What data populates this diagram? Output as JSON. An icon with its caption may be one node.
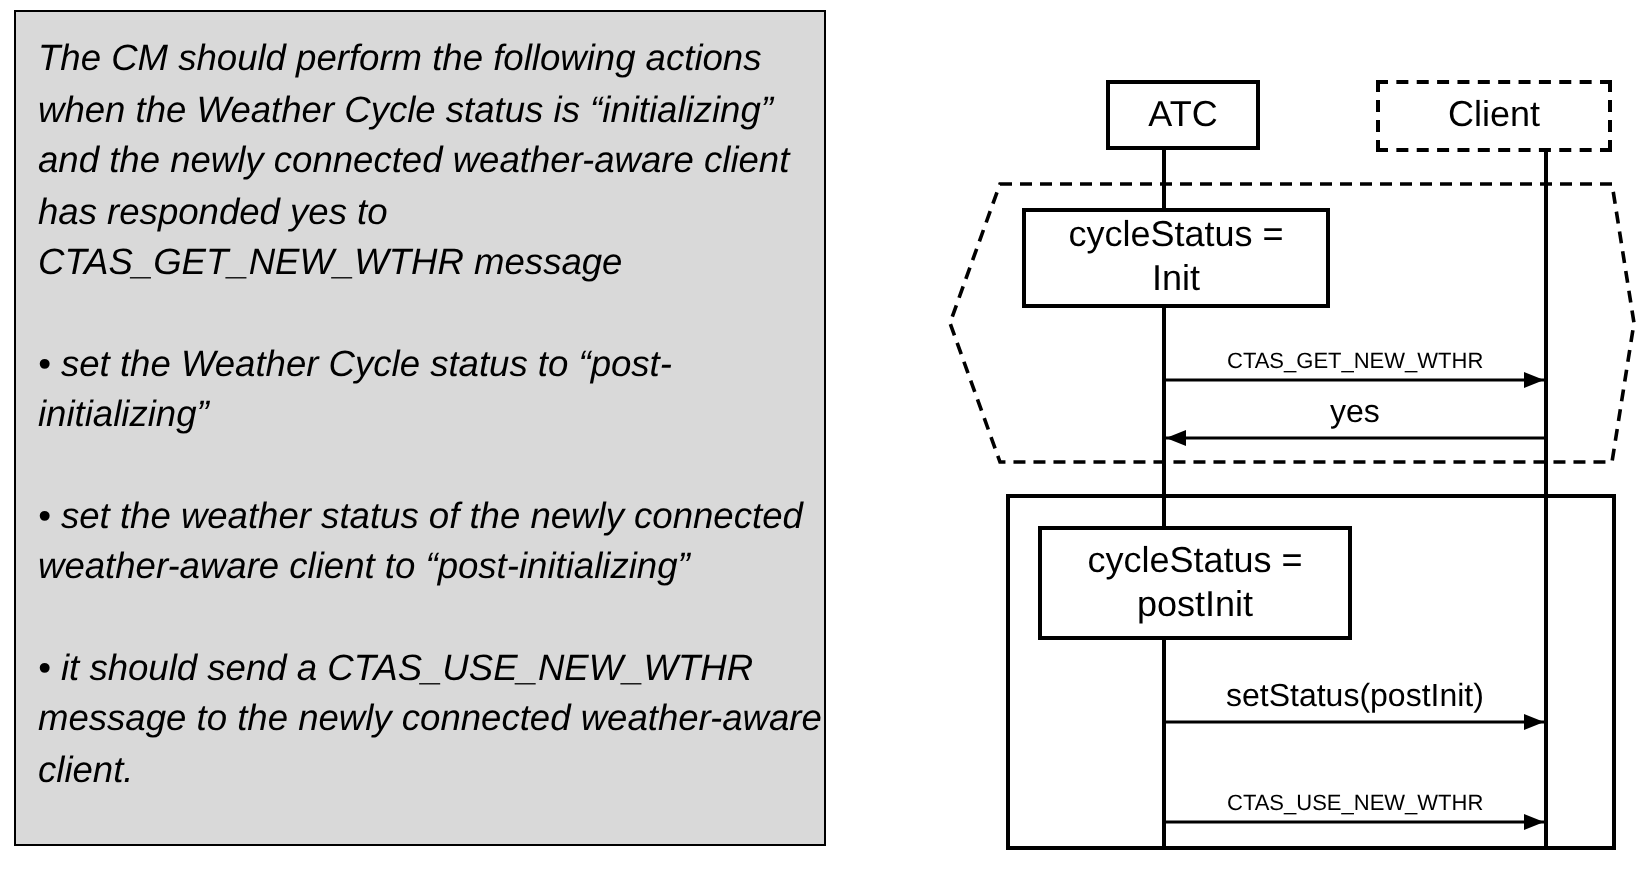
{
  "diagram": {
    "nodes": [
      {
        "text": [
          "The CM should perform the following actions when the Weather Cycle status is “initializing” and the newly connected weather-aware client has responded yes to CTAS_GET_NEW_WTHR message",
          "• set the Weather Cycle status to “post-initializing”",
          "• set the weather status of the newly connected weather-aware client to “post-initializing”",
          "• it should send a CTAS_USE_NEW_WTHR message to the newly connected weather-aware client."
        ]
      },
      {
        "text": [
          "ATC"
        ]
      },
      {
        "text": [
          "Client"
        ]
      },
      {
        "text": [],
        "shape": "hexagon"
      },
      {
        "text": [
          "cycleStatus = Init"
        ],
        "in": 3
      },
      {
        "text": [],
        "shape": "box"
      },
      {
        "text": [
          "cycleStatus = postInit"
        ],
        "in": 5
      },
      {
        "text": [],
        "shape": "bar"
      },
      {
        "text": [],
        "shape": "bar"
      }
    ],
    "edges": [
      {
        "from": 7,
        "to": 8,
        "arrow": "to",
        "label": "CTAS_GET_NEW_WTHR"
      },
      {
        "from": 8,
        "to": 7,
        "arrow": "to",
        "label": "yes"
      },
      {
        "from": 7,
        "to": 8,
        "arrow": "to",
        "label": "setStatus(postInit)"
      },
      {
        "from": 7,
        "to": 8,
        "arrow": "to",
        "label": "CTAS_USE_NEW_WTHR"
      }
    ]
  }
}
